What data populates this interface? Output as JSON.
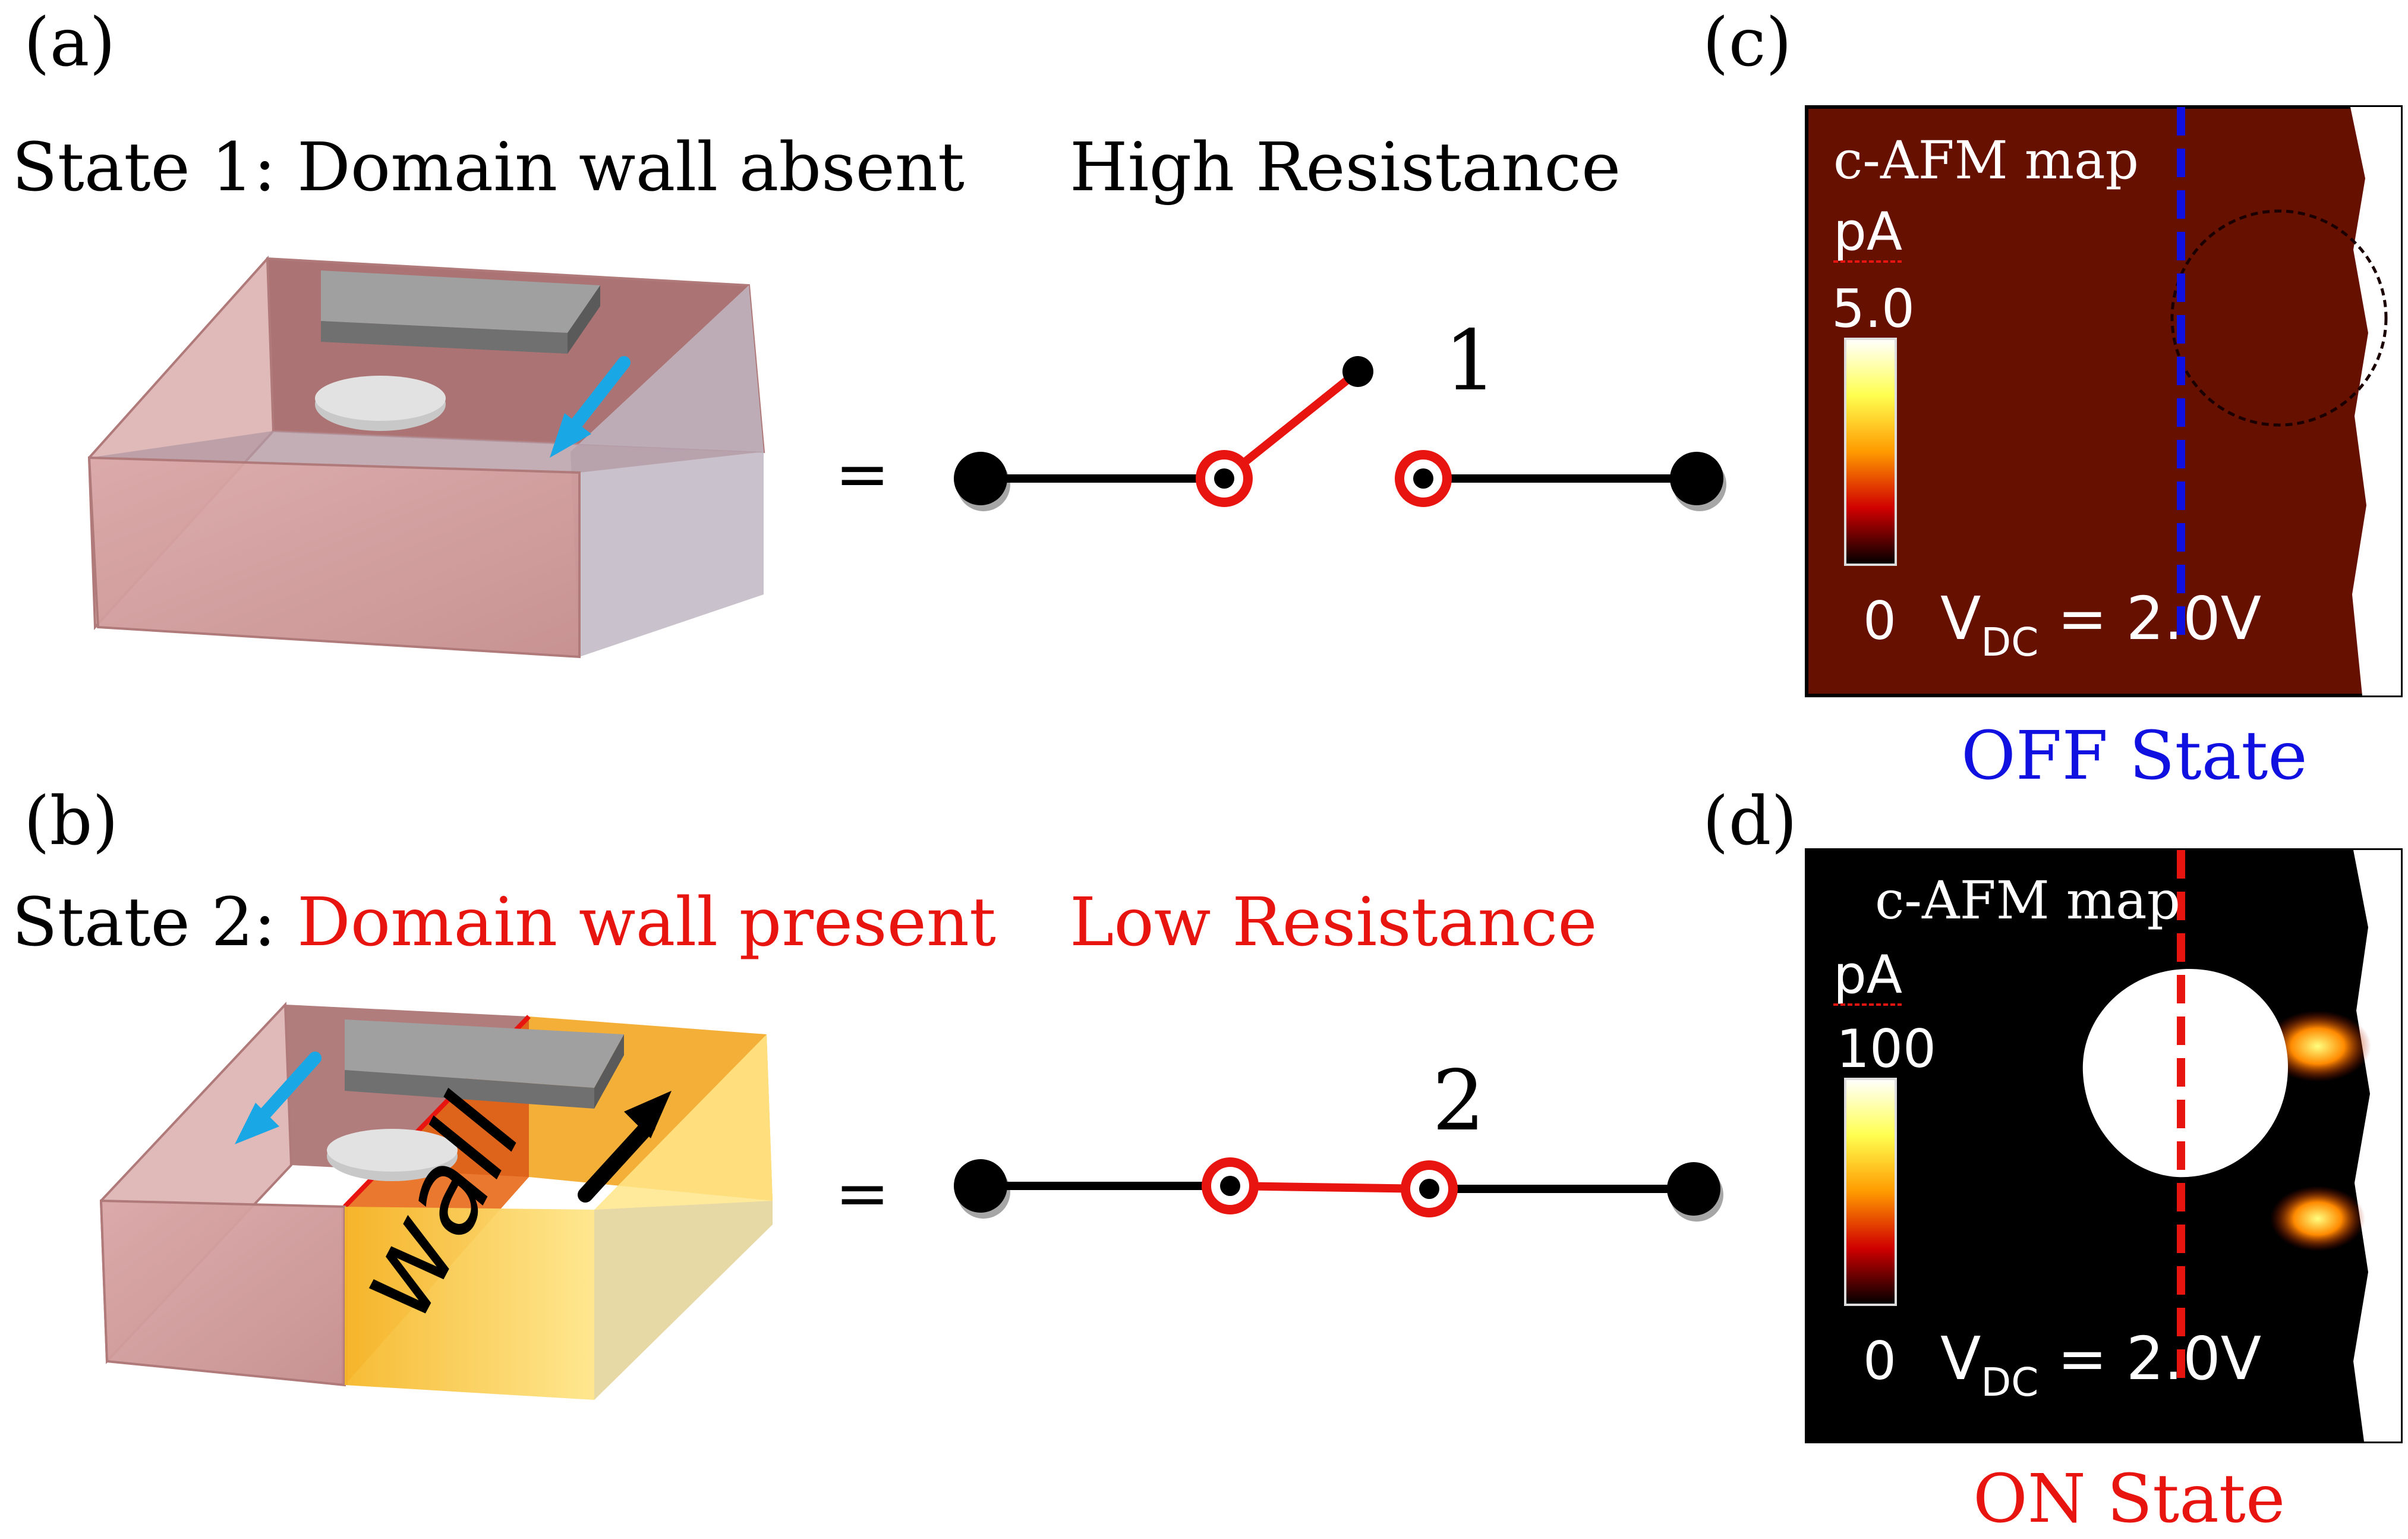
{
  "panel_labels": {
    "a": "(a)",
    "b": "(b)",
    "c": "(c)",
    "d": "(d)"
  },
  "state1": {
    "prefix": "State 1: ",
    "text": "Domain wall absent",
    "resistance": "High Resistance",
    "switch_number": "1"
  },
  "state2": {
    "prefix": "State 2: ",
    "text": "Domain wall present",
    "resistance": "Low Resistance",
    "switch_number": "2",
    "wall_label": "wall"
  },
  "equals": "=",
  "map_c": {
    "title": "c-AFM map",
    "unit": "pA",
    "scale_max": "5.0",
    "scale_min": "0",
    "vdc_v": "V",
    "vdc_sub": "DC",
    "vdc_value": " = 2.0V",
    "state_label": "OFF State"
  },
  "map_d": {
    "title": "c-AFM map",
    "unit": "pA",
    "scale_max": "100",
    "scale_min": "0",
    "vdc_v": "V",
    "vdc_sub": "DC",
    "vdc_value": " = 2.0V",
    "state_label": "ON State"
  },
  "colors": {
    "highlight_red": "#e8140f",
    "off_blue": "#1010e0",
    "arrow_blue": "#1aa7e6",
    "wall_yellow": "#f6c02b",
    "map_c_bg": "#661000",
    "map_d_bg": "#000000"
  }
}
